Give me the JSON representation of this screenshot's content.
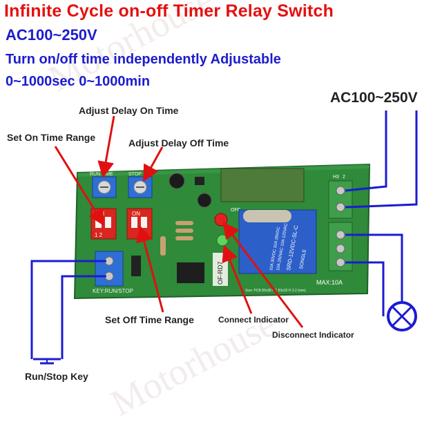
{
  "title": "Infinite Cycle on-off Timer Relay Switch",
  "subtitle_voltage": "AC100~250V",
  "subtitle_adjust": "Turn on/off time independently Adjustable",
  "subtitle_range": "0~1000sec   0~1000min",
  "supply_label": "AC100~250V",
  "watermark": "Motorhouse",
  "labels": {
    "adjust_delay_on": "Adjust Delay On Time",
    "set_on_range": "Set On Time Range",
    "adjust_delay_off": "Adjust Delay Off Time",
    "set_off_range": "Set Off Time Range",
    "connect_indicator": "Connect Indicator",
    "disconnect_indicator": "Disconnect Indicator",
    "run_stop_key": "Run/Stop Key"
  },
  "board": {
    "pot_on_label": "RUN TIME",
    "pot_off_label": "STOP",
    "dip_text": "ON",
    "dip_num": "1  2",
    "relay_model": "SRD-12VDC-SL-C",
    "relay_spec1": "10A 250VAC  10A 125VAC",
    "relay_spec2": "10A 30VDC  10A 28VDC",
    "relay_brand": "SONGLE",
    "max_current": "MAX:10A",
    "key_label": "KEY:RUN/STOP",
    "model_tag": "OF-RD7",
    "led_off": "OFF",
    "led_on": "ON",
    "terminal_h3": "H3",
    "terminal_num": "2",
    "size_text": "Size: PCB 85x38 HC 83x33 H 3.2 (mm)"
  },
  "colors": {
    "title_red": "#e60f0f",
    "text_blue": "#1c1ccd",
    "pcb_green": "#2f8a3a",
    "wire_blue": "#1b1bd1",
    "arrow_red": "#e01010",
    "relay_blue": "#2d5fc9"
  }
}
